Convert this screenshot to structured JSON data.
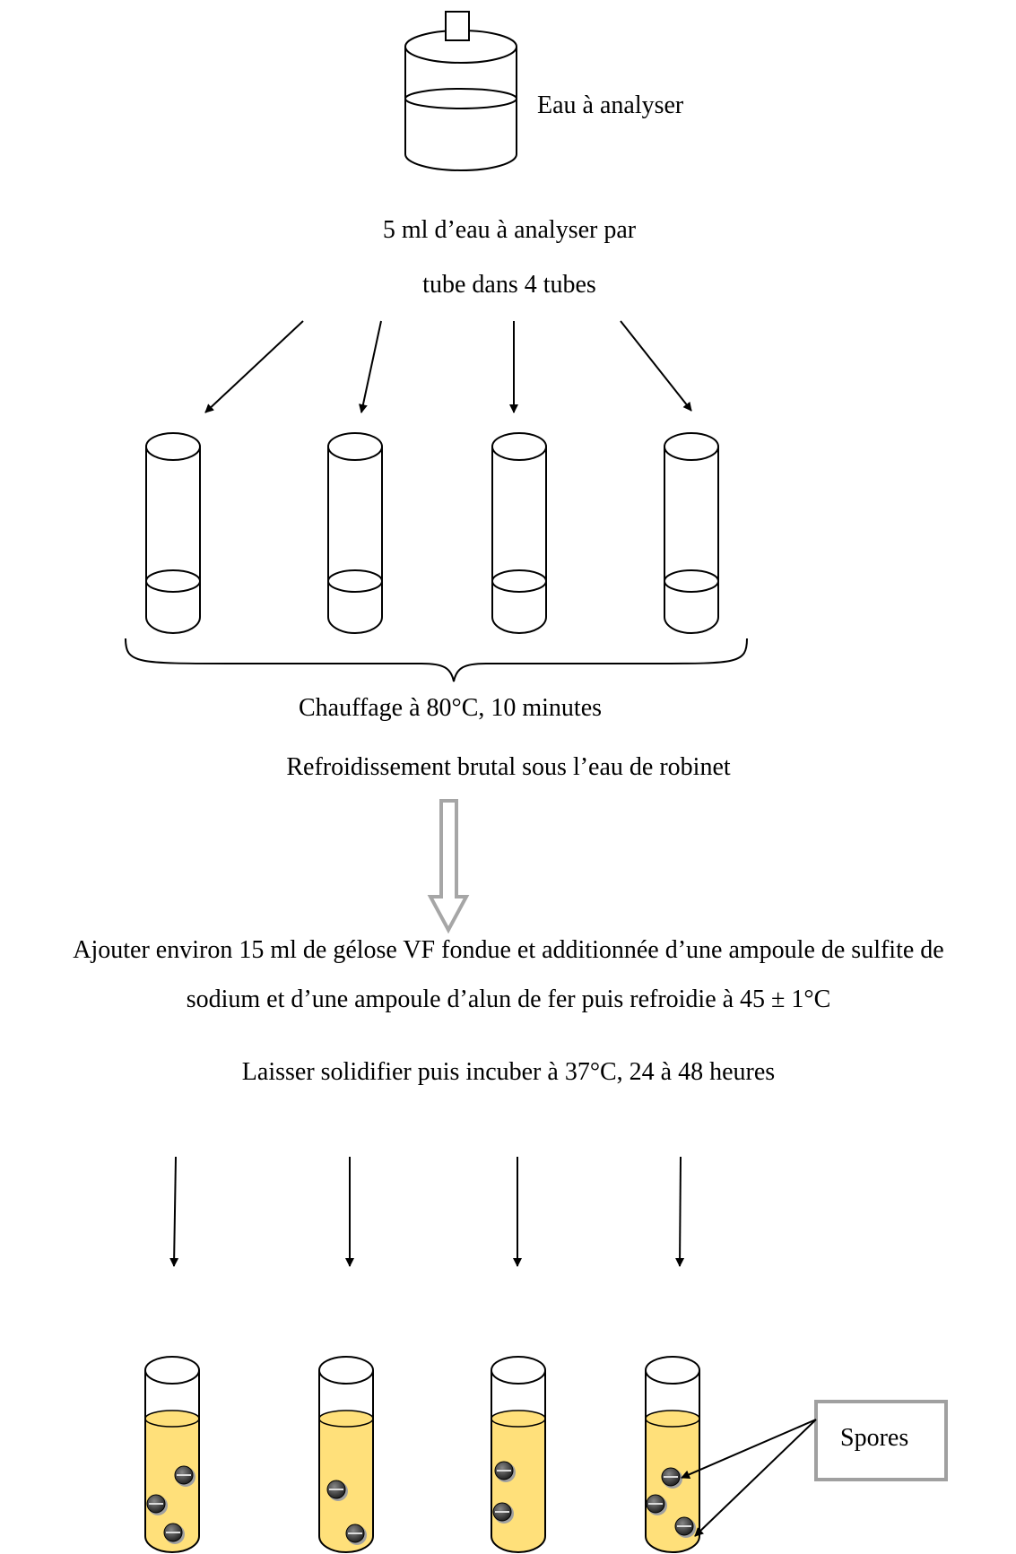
{
  "source_label": "Eau à analyser",
  "step1_line1": "5 ml d’eau à analyser par",
  "step1_line2": "tube dans 4 tubes",
  "heating": "Chauffage à 80°C, 10 minutes",
  "cooling": "Refroidissement brutal sous l’eau de robinet",
  "agar_line1": "Ajouter environ 15 ml de gélose VF fondue et additionnée d’une ampoule de sulfite de",
  "agar_line2": "sodium et d’une ampoule d’alun de fer puis refroidie à 45 ±  1°C",
  "incubation": "Laisser solidifier puis incuber à 37°C, 24 à 48 heures",
  "spores_label": "Spores",
  "colors": {
    "agar": "#ffe07a",
    "spore_border": "#a0a0a0",
    "spore": "#333333"
  }
}
